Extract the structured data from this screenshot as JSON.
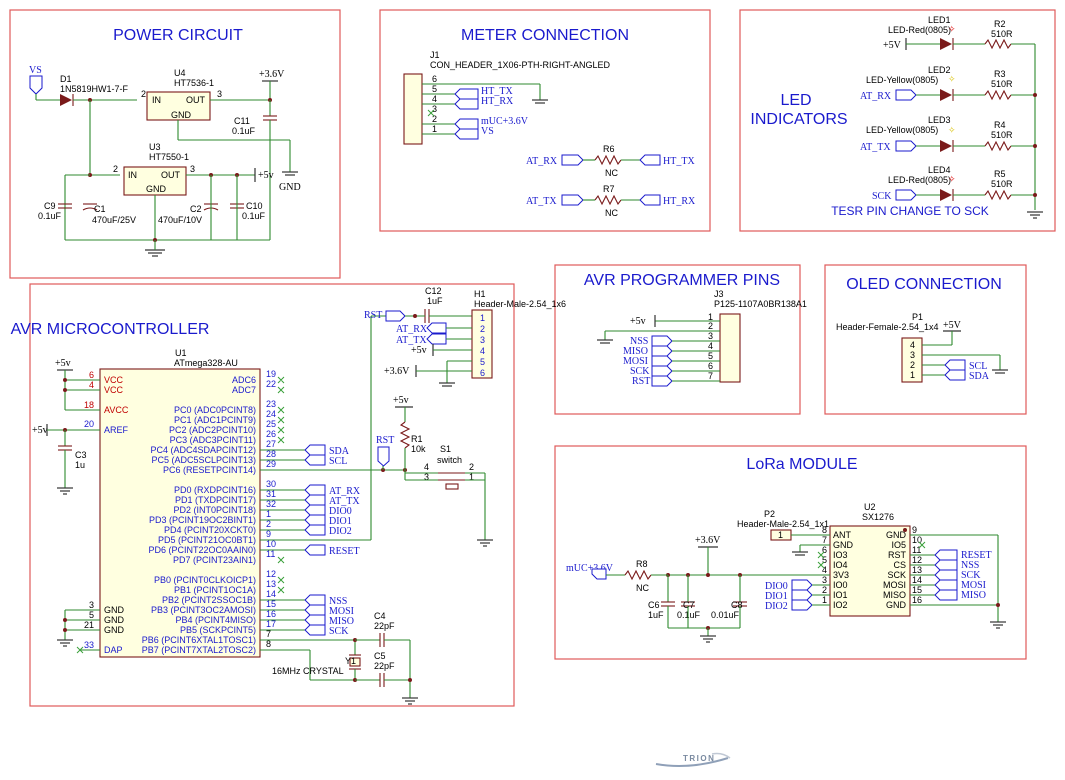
{
  "sections": {
    "power": {
      "title": "POWER CIRCUIT"
    },
    "meter": {
      "title": "METER CONNECTION"
    },
    "led": {
      "title_line1": "LED",
      "title_line2": "INDICATORS",
      "note": "TESR PIN CHANGE TO SCK"
    },
    "avr_prog": {
      "title": "AVR PROGRAMMER PINS"
    },
    "oled": {
      "title": "OLED CONNECTION"
    },
    "avr": {
      "title": "AVR MICROCONTROLLER"
    },
    "lora": {
      "title": "LoRa MODULE"
    }
  },
  "power": {
    "vs": "VS",
    "d1_ref": "D1",
    "d1_val": "1N5819HW1-7-F",
    "u4_ref": "U4",
    "u4_val": "HT7536-1",
    "u3_ref": "U3",
    "u3_val": "HT7550-1",
    "pin_in": "IN",
    "pin_out": "OUT",
    "pin_gnd": "GND",
    "p2": "2",
    "p3": "3",
    "v36": "+3.6V",
    "v5": "+5v",
    "gnd": "GND",
    "c11_ref": "C11",
    "c11_val": "0.1uF",
    "c9_ref": "C9",
    "c9_val": "0.1uF",
    "c1_ref": "C1",
    "c1_val": "470uF/25V",
    "c2_ref": "C2",
    "c2_val": "470uF/10V",
    "c10_ref": "C10",
    "c10_val": "0.1uF"
  },
  "meter": {
    "j1_ref": "J1",
    "j1_val": "CON_HEADER_1X06-PTH-RIGHT-ANGLED",
    "pins": [
      "6",
      "5",
      "4",
      "3",
      "2",
      "1"
    ],
    "nets": [
      "HT_TX",
      "HT_RX",
      "mUC+3.6V",
      "VS"
    ],
    "r6_ref": "R6",
    "r6_val": "NC",
    "r7_ref": "R7",
    "r7_val": "NC",
    "at_rx": "AT_RX",
    "ht_tx": "HT_TX",
    "at_tx": "AT_TX",
    "ht_rx": "HT_RX"
  },
  "led": {
    "rows": [
      {
        "ref": "LED1",
        "val": "LED-Red(0805)",
        "net": "+5V",
        "rref": "R2",
        "rval": "510R"
      },
      {
        "ref": "LED2",
        "val": "LED-Yellow(0805)",
        "net": "AT_RX",
        "rref": "R3",
        "rval": "510R"
      },
      {
        "ref": "LED3",
        "val": "LED-Yellow(0805)",
        "net": "AT_TX",
        "rref": "R4",
        "rval": "510R"
      },
      {
        "ref": "LED4",
        "val": "LED-Red(0805)",
        "net": "SCK",
        "rref": "R5",
        "rval": "510R"
      }
    ]
  },
  "avr_prog": {
    "j3_ref": "J3",
    "j3_val": "P125-1107A0BR138A1",
    "nets": [
      "+5v",
      "NSS",
      "MISO",
      "MOSI",
      "SCK",
      "RST"
    ],
    "pins": [
      "1",
      "2",
      "3",
      "4",
      "5",
      "6",
      "7"
    ]
  },
  "oled": {
    "p1_ref": "P1",
    "p1_val": "Header-Female-2.54_1x4",
    "v5": "+5V",
    "pins": [
      "4",
      "3",
      "2",
      "1"
    ],
    "nets": [
      "SCL",
      "SDA"
    ]
  },
  "avr": {
    "u1_ref": "U1",
    "u1_val": "ATmega328-AU",
    "v5": "+5v",
    "v36": "+3.6V",
    "left_pins": [
      {
        "num": "6",
        "name": "VCC"
      },
      {
        "num": "4",
        "name": "VCC"
      },
      {
        "num": "18",
        "name": "AVCC"
      },
      {
        "num": "20",
        "name": "AREF"
      },
      {
        "num": "3",
        "name": "GND"
      },
      {
        "num": "5",
        "name": "GND"
      },
      {
        "num": "21",
        "name": "GND"
      },
      {
        "num": "33",
        "name": "DAP"
      }
    ],
    "c3_ref": "C3",
    "c3_val": "1u",
    "right_pins": [
      {
        "num": "19",
        "name": "ADC6"
      },
      {
        "num": "22",
        "name": "ADC7"
      },
      {
        "num": "23",
        "name": "PC0 (ADC0PCINT8)"
      },
      {
        "num": "24",
        "name": "PC1 (ADC1PCINT9)"
      },
      {
        "num": "25",
        "name": "PC2 (ADC2PCINT10)"
      },
      {
        "num": "26",
        "name": "PC3 (ADC3PCINT11)"
      },
      {
        "num": "27",
        "name": "PC4 (ADC4SDAPCINT12)"
      },
      {
        "num": "28",
        "name": "PC5 (ADC5SCLPCINT13)"
      },
      {
        "num": "29",
        "name": "PC6 (RESETPCINT14)"
      },
      {
        "num": "30",
        "name": "PD0 (RXDPCINT16)"
      },
      {
        "num": "31",
        "name": "PD1 (TXDPCINT17)"
      },
      {
        "num": "32",
        "name": "PD2 (INT0PCINT18)"
      },
      {
        "num": "1",
        "name": "PD3 (PCINT19OC2BINT1)"
      },
      {
        "num": "2",
        "name": "PD4 (PCINT20XCKT0)"
      },
      {
        "num": "9",
        "name": "PD5 (PCINT21OC0BT1)"
      },
      {
        "num": "10",
        "name": "PD6 (PCINT22OC0AAIN0)"
      },
      {
        "num": "11",
        "name": "PD7 (PCINT23AIN1)"
      },
      {
        "num": "12",
        "name": "PB0 (PCINT0CLKOICP1)"
      },
      {
        "num": "13",
        "name": "PB1 (PCINT1OC1A)"
      },
      {
        "num": "14",
        "name": "PB2 (PCINT2SSOC1B)"
      },
      {
        "num": "15",
        "name": "PB3 (PCINT3OC2AMOSI)"
      },
      {
        "num": "16",
        "name": "PB4 (PCINT4MISO)"
      },
      {
        "num": "17",
        "name": "PB5 (SCKPCINT5)"
      },
      {
        "num": "7",
        "name": "PB6 (PCINT6XTAL1TOSC1)"
      },
      {
        "num": "8",
        "name": "PB7 (PCINT7XTAL2TOSC2)"
      }
    ],
    "nets": {
      "sda": "SDA",
      "scl": "SCL",
      "at_rx": "AT_RX",
      "at_tx": "AT_TX",
      "dio0": "DIO0",
      "dio1": "DIO1",
      "dio2": "DIO2",
      "reset": "RESET",
      "nss": "NSS",
      "mosi": "MOSI",
      "miso": "MISO",
      "sck": "SCK",
      "rst": "RST"
    },
    "c12_ref": "C12",
    "c12_val": "1uF",
    "h1_ref": "H1",
    "h1_val": "Header-Male-2.54_1x6",
    "h1_pins": [
      "1",
      "2",
      "3",
      "4",
      "5",
      "6"
    ],
    "h1_nets": [
      "RST",
      "AT_RX",
      "AT_TX",
      "+5v",
      "+3.6V"
    ],
    "r1_ref": "R1",
    "r1_val": "10k",
    "s1_ref": "S1",
    "s1_val": "switch",
    "s1_pins": [
      "4",
      "3",
      "2",
      "1"
    ],
    "c4_ref": "C4",
    "c4_val": "22pF",
    "c5_ref": "C5",
    "c5_val": "22pF",
    "y1_ref": "Y1",
    "y1_val": "16MHz CRYSTAL"
  },
  "lora": {
    "u2_ref": "U2",
    "u2_val": "SX1276",
    "p2_ref": "P2",
    "p2_val": "Header-Male-2.54_1x1",
    "p2_pin": "1",
    "v36": "+3.6V",
    "net_in": "mUC+3.6V",
    "r8_ref": "R8",
    "r8_val": "NC",
    "c6_ref": "C6",
    "c6_val": "1uF",
    "c7_ref": "C7",
    "c7_val": "0.1uF",
    "c8_ref": "C8",
    "c8_val": "0.01uF",
    "left_pins": [
      {
        "num": "8",
        "name": "ANT"
      },
      {
        "num": "7",
        "name": "GND"
      },
      {
        "num": "6",
        "name": "IO3"
      },
      {
        "num": "5",
        "name": "IO4"
      },
      {
        "num": "4",
        "name": "3V3"
      },
      {
        "num": "3",
        "name": "IO0"
      },
      {
        "num": "2",
        "name": "IO1"
      },
      {
        "num": "1",
        "name": "IO2"
      }
    ],
    "right_pins": [
      {
        "num": "9",
        "name": "GND"
      },
      {
        "num": "10",
        "name": "IO5"
      },
      {
        "num": "11",
        "name": "RST"
      },
      {
        "num": "12",
        "name": "CS"
      },
      {
        "num": "13",
        "name": "SCK"
      },
      {
        "num": "14",
        "name": "MOSI"
      },
      {
        "num": "15",
        "name": "MISO"
      },
      {
        "num": "16",
        "name": "GND"
      }
    ],
    "left_nets": [
      "DIO0",
      "DIO1",
      "DIO2"
    ],
    "right_nets": [
      "RESET",
      "NSS",
      "SCK",
      "MOSI",
      "MISO"
    ]
  },
  "logo": {
    "text": "TRION"
  }
}
